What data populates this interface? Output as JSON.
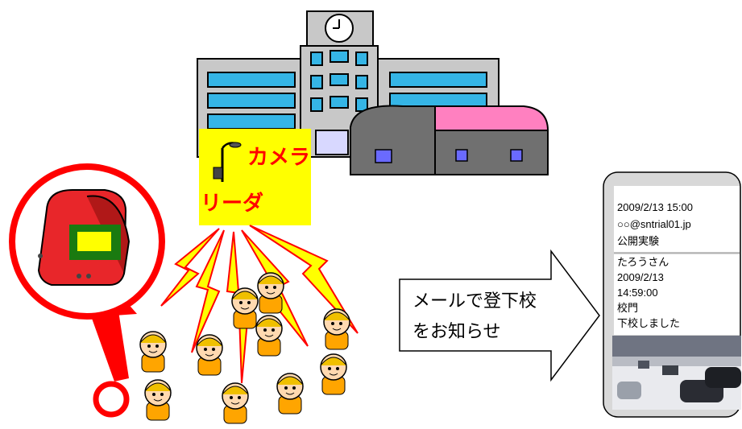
{
  "reader_label": {
    "line1": "カメラ",
    "line2": "リーダ"
  },
  "notify_arrow": {
    "line1": "メールで登下校",
    "line2": "をお知らせ"
  },
  "phone": {
    "header_lines": [
      "2009/2/13  15:00",
      "○○@sntrial01.jp",
      "公開実験"
    ],
    "body_lines": [
      "たろうさん",
      "2009/2/13",
      "14:59:00",
      "校門",
      "下校しました"
    ]
  },
  "colors": {
    "reader_bg": "#ffff00",
    "reader_text": "#ff0000",
    "lightning_fill": "#ffff00",
    "lightning_stroke": "#ff0000",
    "magnifier": "#ff0000",
    "school_roof": "#ff80c0",
    "bag": "#e8262a",
    "tag_outer": "#1a7a10",
    "tag_inner": "#ffff00"
  }
}
